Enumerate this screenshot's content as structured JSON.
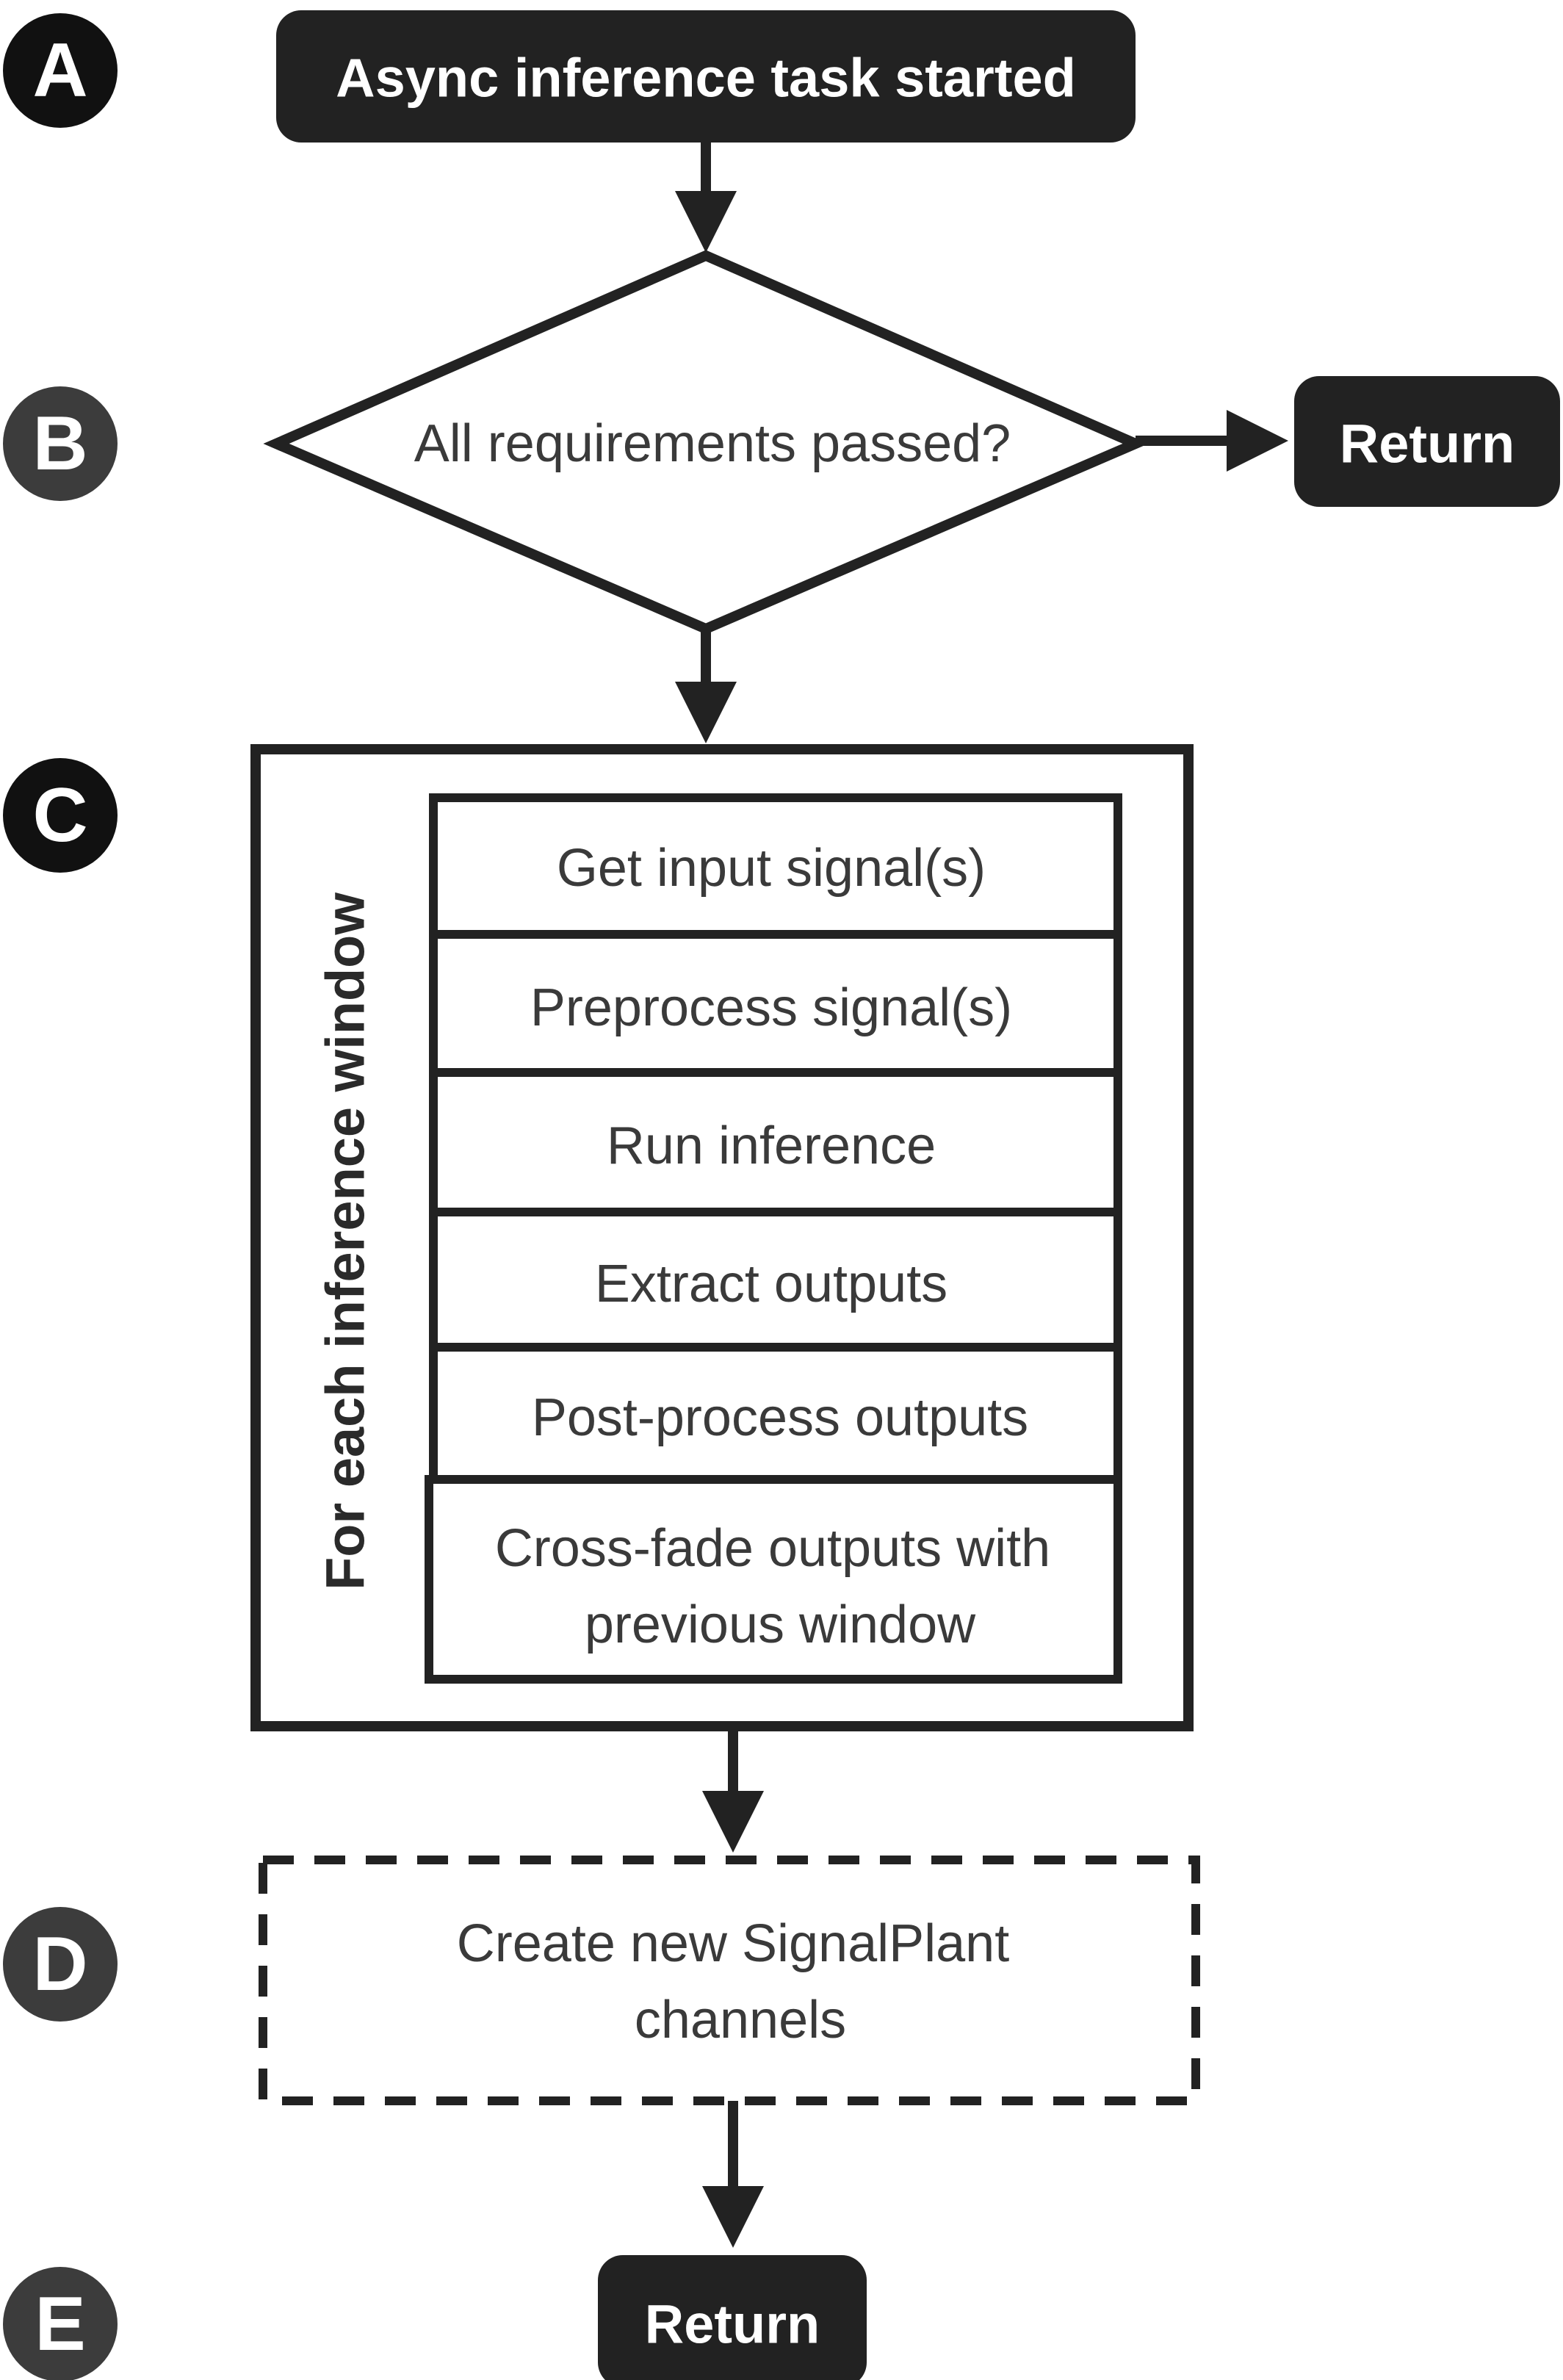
{
  "steps": {
    "a": "A",
    "b": "B",
    "c": "C",
    "d": "D",
    "e": "E"
  },
  "start_node": "Async inference task started",
  "decision": "All requirements passed?",
  "return_early": "Return",
  "loop": {
    "title": "For each inference window",
    "tasks": [
      "Get input signal(s)",
      "Preprocess signal(s)",
      "Run inference",
      "Extract outputs",
      "Post-process outputs",
      "Cross-fade outputs with",
      "previous window"
    ]
  },
  "create_channels": {
    "line1": "Create new SignalPlant",
    "line2": "channels"
  },
  "return_final": "Return",
  "colors": {
    "dark": "#222222",
    "step_circle": "#111111",
    "step_circle_light": "#3c3c3c",
    "text_light": "#3a3a3a"
  }
}
